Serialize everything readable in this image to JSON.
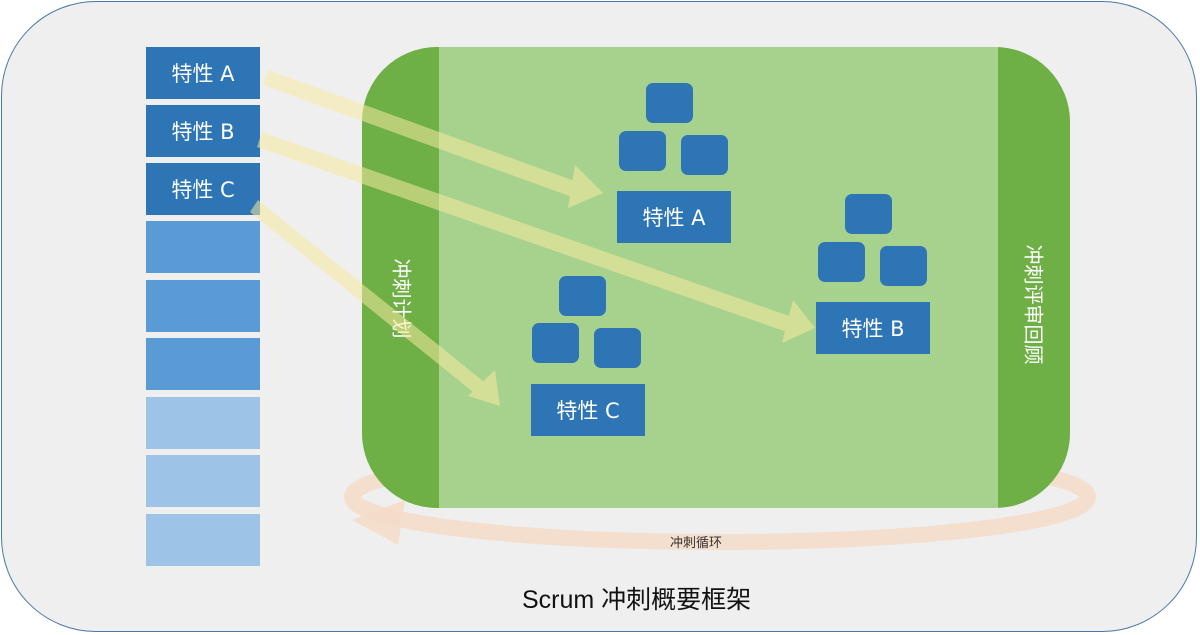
{
  "title": "Scrum 冲刺概要框架",
  "colors": {
    "frame_border": "#4a78a8",
    "frame_fill": "#efefef",
    "feature_dark": "#2e75b6",
    "backlog_mid": "#5b9bd5",
    "backlog_light": "#9dc3e6",
    "sprint_fill": "#a7d28d",
    "sprint_band": "#6eaf46",
    "arrow": "#f2e6a0",
    "cycle_arrow": "#f4d9c4"
  },
  "backlog": {
    "items": [
      {
        "label": "特性 A",
        "shade": "dark"
      },
      {
        "label": "特性 B",
        "shade": "dark"
      },
      {
        "label": "特性 C",
        "shade": "dark"
      },
      {
        "label": "",
        "shade": "mid"
      },
      {
        "label": "",
        "shade": "mid"
      },
      {
        "label": "",
        "shade": "mid"
      },
      {
        "label": "",
        "shade": "light"
      },
      {
        "label": "",
        "shade": "light"
      },
      {
        "label": "",
        "shade": "light"
      }
    ]
  },
  "sprint": {
    "planning_label": "冲刺计划",
    "review_label": "冲刺评审回顾",
    "cycle_label": "冲刺循环",
    "features": [
      {
        "label": "特性 A",
        "tasks": 3
      },
      {
        "label": "特性 B",
        "tasks": 3
      },
      {
        "label": "特性 C",
        "tasks": 3
      }
    ]
  },
  "arrows": [
    {
      "from": "特性 A",
      "to": "特性 A"
    },
    {
      "from": "特性 B",
      "to": "特性 B"
    },
    {
      "from": "特性 C",
      "to": "特性 C"
    }
  ]
}
